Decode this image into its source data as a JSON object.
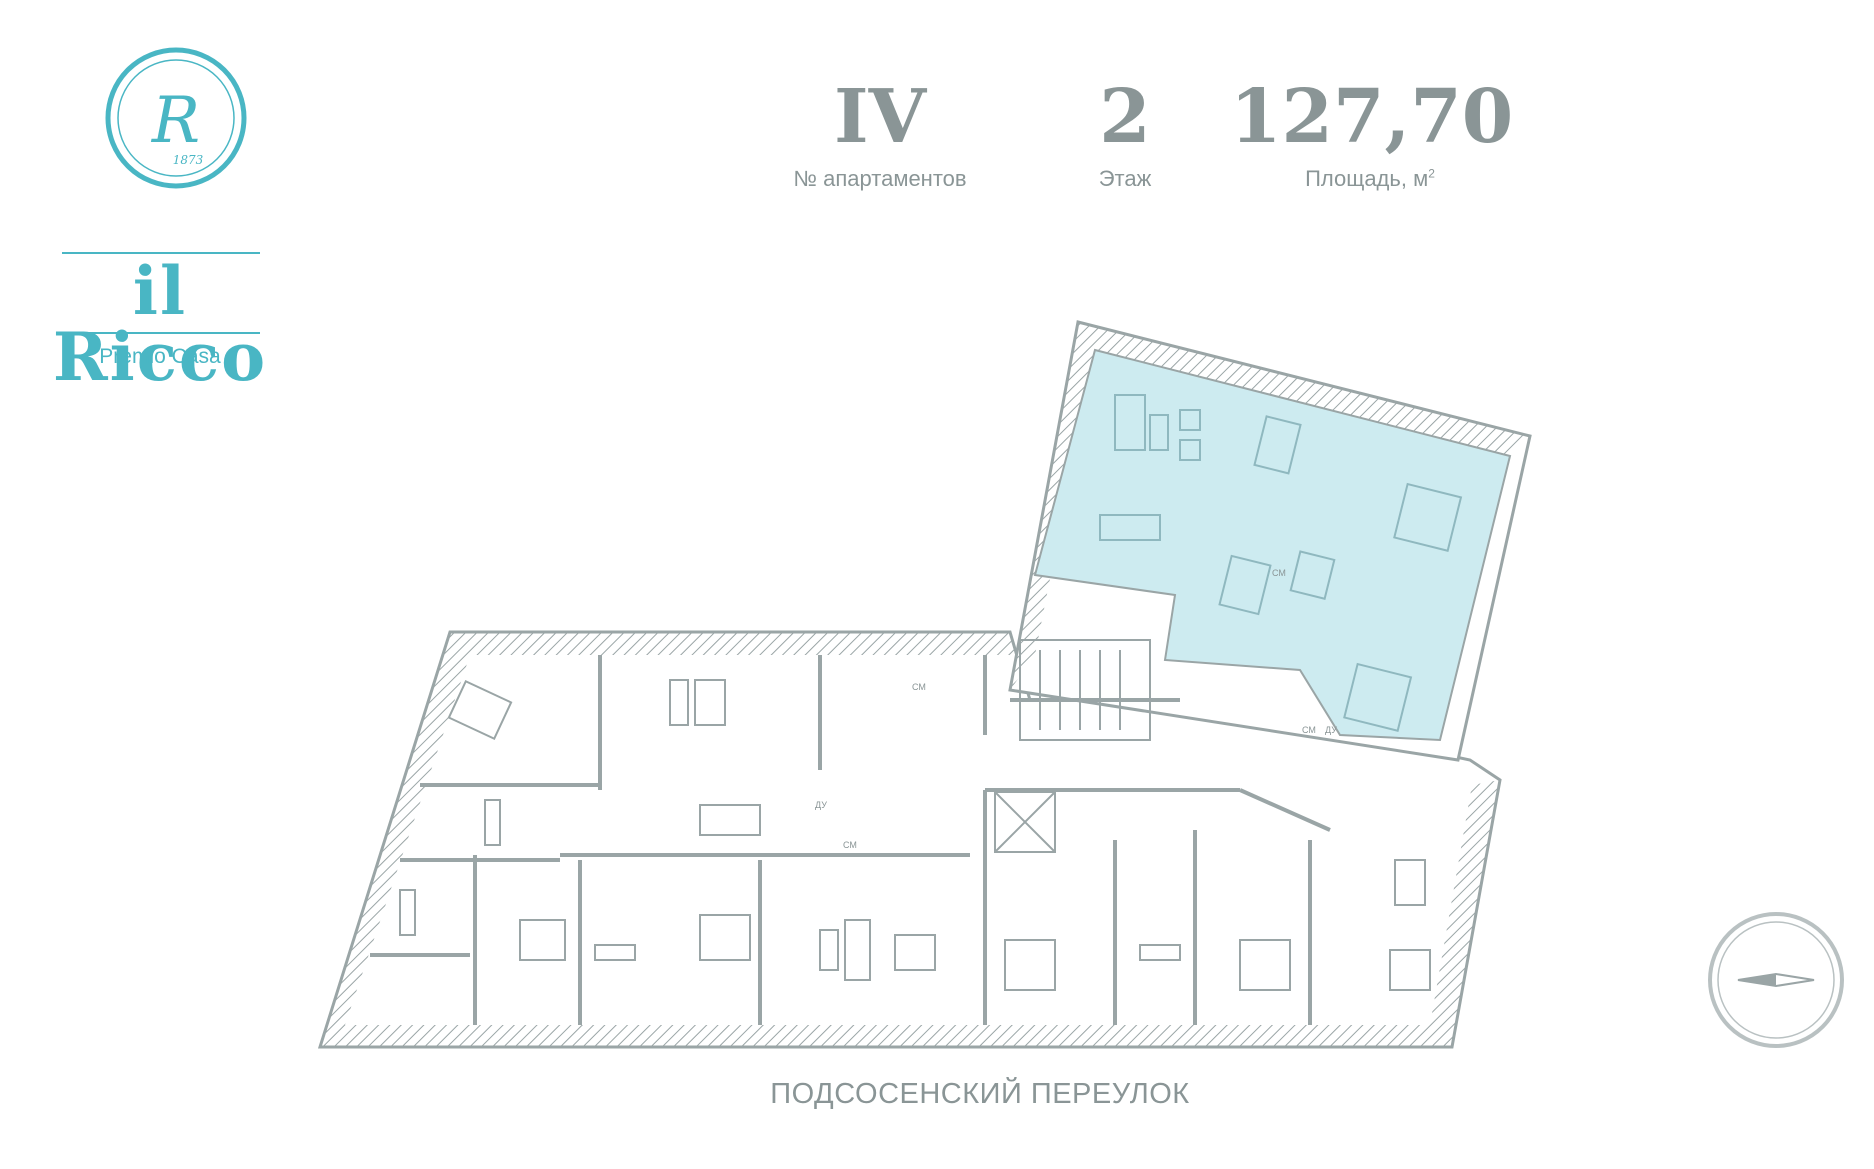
{
  "colors": {
    "accent": "#49b6c4",
    "text_muted": "#8a9596",
    "highlight": "#cdebf0",
    "wall": "#9aa5a6"
  },
  "brand": {
    "name": "il Ricco",
    "tagline": "Premio Casa",
    "monogram": "R",
    "year": "1873"
  },
  "stats": {
    "apartment": {
      "value": "IV",
      "label": "№ апартаментов"
    },
    "floor": {
      "value": "2",
      "label": "Этаж"
    },
    "area": {
      "value": "127,70",
      "label": "Площадь, м",
      "unit_exp": "2"
    }
  },
  "plan": {
    "street": "ПОДСОСЕНСКИЙ ПЕРЕУЛОК",
    "labels": {
      "sm": "СМ",
      "du": "ДУ"
    }
  },
  "icons": {
    "compass": "compass-icon"
  }
}
